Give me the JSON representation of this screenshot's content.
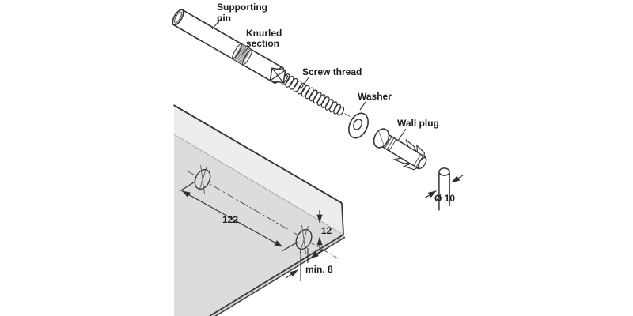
{
  "diagram": {
    "type": "exploded-technical-illustration",
    "subject": "Concealed shelf support pin mounting diagram",
    "part_labels": {
      "supporting_pin_line1": "Supporting",
      "supporting_pin_line2": "pin",
      "knurled_section_line1": "Knurled",
      "knurled_section_line2": "section",
      "screw_thread": "Screw thread",
      "washer": "Washer",
      "wall_plug": "Wall plug"
    },
    "dimensions": {
      "hole_spacing": "122",
      "edge_distance": "12",
      "min_thickness": "min. 8",
      "plug_hole_diameter": "Ø 10"
    },
    "colors": {
      "background": "#ffffff",
      "line": "#363636",
      "board_edge_face": "#ededed",
      "board_main_face": "#dcdcdc",
      "board_sliver": "#cfcfcf",
      "knurl_fill": "#d6d6d6",
      "text": "#1d1d1d"
    }
  }
}
